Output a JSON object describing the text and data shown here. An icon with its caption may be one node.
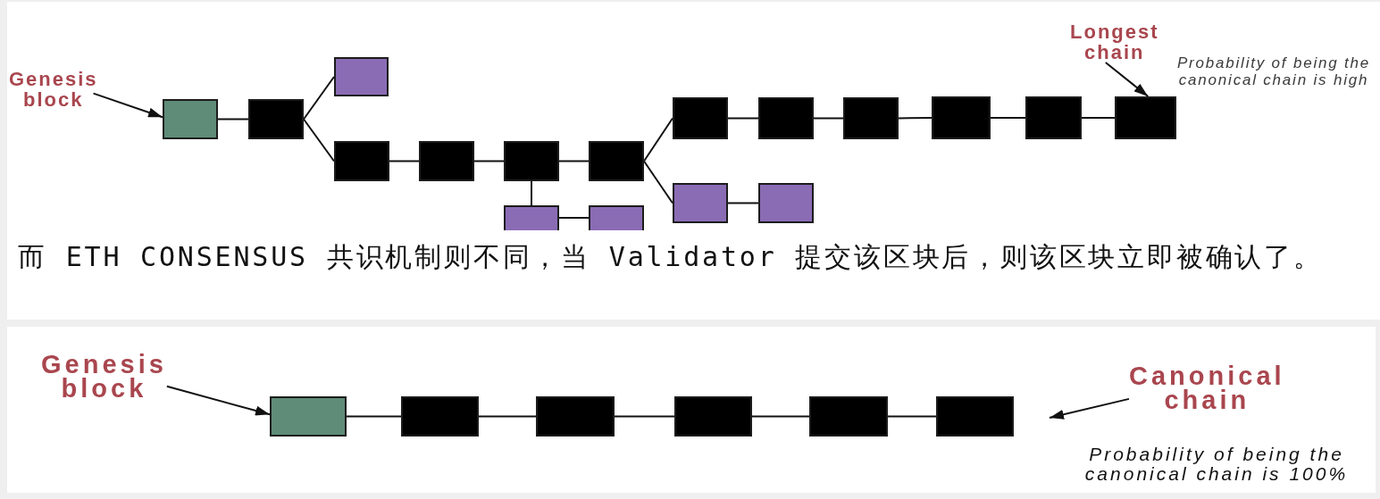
{
  "diagram": {
    "nodes": [
      {
        "text": [
          "Genesis block"
        ]
      },
      {
        "text": [],
        "shape": "box"
      },
      {
        "text": [],
        "shape": "box"
      },
      {
        "text": [],
        "shape": "box"
      },
      {
        "text": [],
        "shape": "box"
      },
      {
        "text": [],
        "shape": "box"
      },
      {
        "text": [],
        "shape": "box"
      },
      {
        "text": [],
        "shape": "box"
      },
      {
        "text": [],
        "shape": "box"
      },
      {
        "text": [],
        "shape": "box"
      },
      {
        "text": [],
        "shape": "box"
      },
      {
        "text": [],
        "shape": "box"
      },
      {
        "text": [],
        "shape": "box"
      },
      {
        "text": [],
        "shape": "box"
      },
      {
        "text": [],
        "shape": "box"
      },
      {
        "text": [],
        "shape": "box"
      },
      {
        "text": [],
        "shape": "box"
      },
      {
        "text": [],
        "shape": "box"
      },
      {
        "text": [
          "Longest chain"
        ]
      },
      {
        "text": [
          "Genesis block"
        ]
      },
      {
        "text": [],
        "shape": "box"
      },
      {
        "text": [],
        "shape": "box"
      },
      {
        "text": [],
        "shape": "box"
      },
      {
        "text": [],
        "shape": "box"
      },
      {
        "text": [],
        "shape": "box"
      },
      {
        "text": [],
        "shape": "box"
      },
      {
        "text": [
          "Canonical chain"
        ]
      }
    ],
    "edges": [
      {
        "from": 0,
        "to": 1,
        "arrow": "to"
      },
      {
        "from": 1,
        "to": 2,
        "arrow": "none"
      },
      {
        "from": 2,
        "to": 3,
        "arrow": "none"
      },
      {
        "from": 2,
        "to": 4,
        "arrow": "none"
      },
      {
        "from": 4,
        "to": 5,
        "arrow": "none"
      },
      {
        "from": 5,
        "to": 6,
        "arrow": "none"
      },
      {
        "from": 6,
        "to": 7,
        "arrow": "none"
      },
      {
        "from": 6,
        "to": 8,
        "arrow": "none"
      },
      {
        "from": 8,
        "to": 9,
        "arrow": "none"
      },
      {
        "from": 7,
        "to": 10,
        "arrow": "none"
      },
      {
        "from": 7,
        "to": 16,
        "arrow": "none"
      },
      {
        "from": 10,
        "to": 11,
        "arrow": "none"
      },
      {
        "from": 11,
        "to": 12,
        "arrow": "none"
      },
      {
        "from": 12,
        "to": 13,
        "arrow": "none"
      },
      {
        "from": 13,
        "to": 14,
        "arrow": "none"
      },
      {
        "from": 14,
        "to": 15,
        "arrow": "none"
      },
      {
        "from": 16,
        "to": 17,
        "arrow": "none"
      },
      {
        "from": 18,
        "to": 15,
        "arrow": "to"
      },
      {
        "from": 19,
        "to": 20,
        "arrow": "to"
      },
      {
        "from": 20,
        "to": 21,
        "arrow": "none"
      },
      {
        "from": 21,
        "to": 22,
        "arrow": "none"
      },
      {
        "from": 22,
        "to": 23,
        "arrow": "none"
      },
      {
        "from": 23,
        "to": 24,
        "arrow": "none"
      },
      {
        "from": 24,
        "to": 25,
        "arrow": "none"
      },
      {
        "from": 26,
        "to": null,
        "arrow": "to"
      }
    ],
    "labels": [
      "Probability of being the canonical chain is high",
      "而 ETH CONSENSUS 共识机制则不同，当 Validator 提交该区块后，则该区块立即被确认了。",
      "Probability of being the canonical chain is 100%"
    ]
  }
}
